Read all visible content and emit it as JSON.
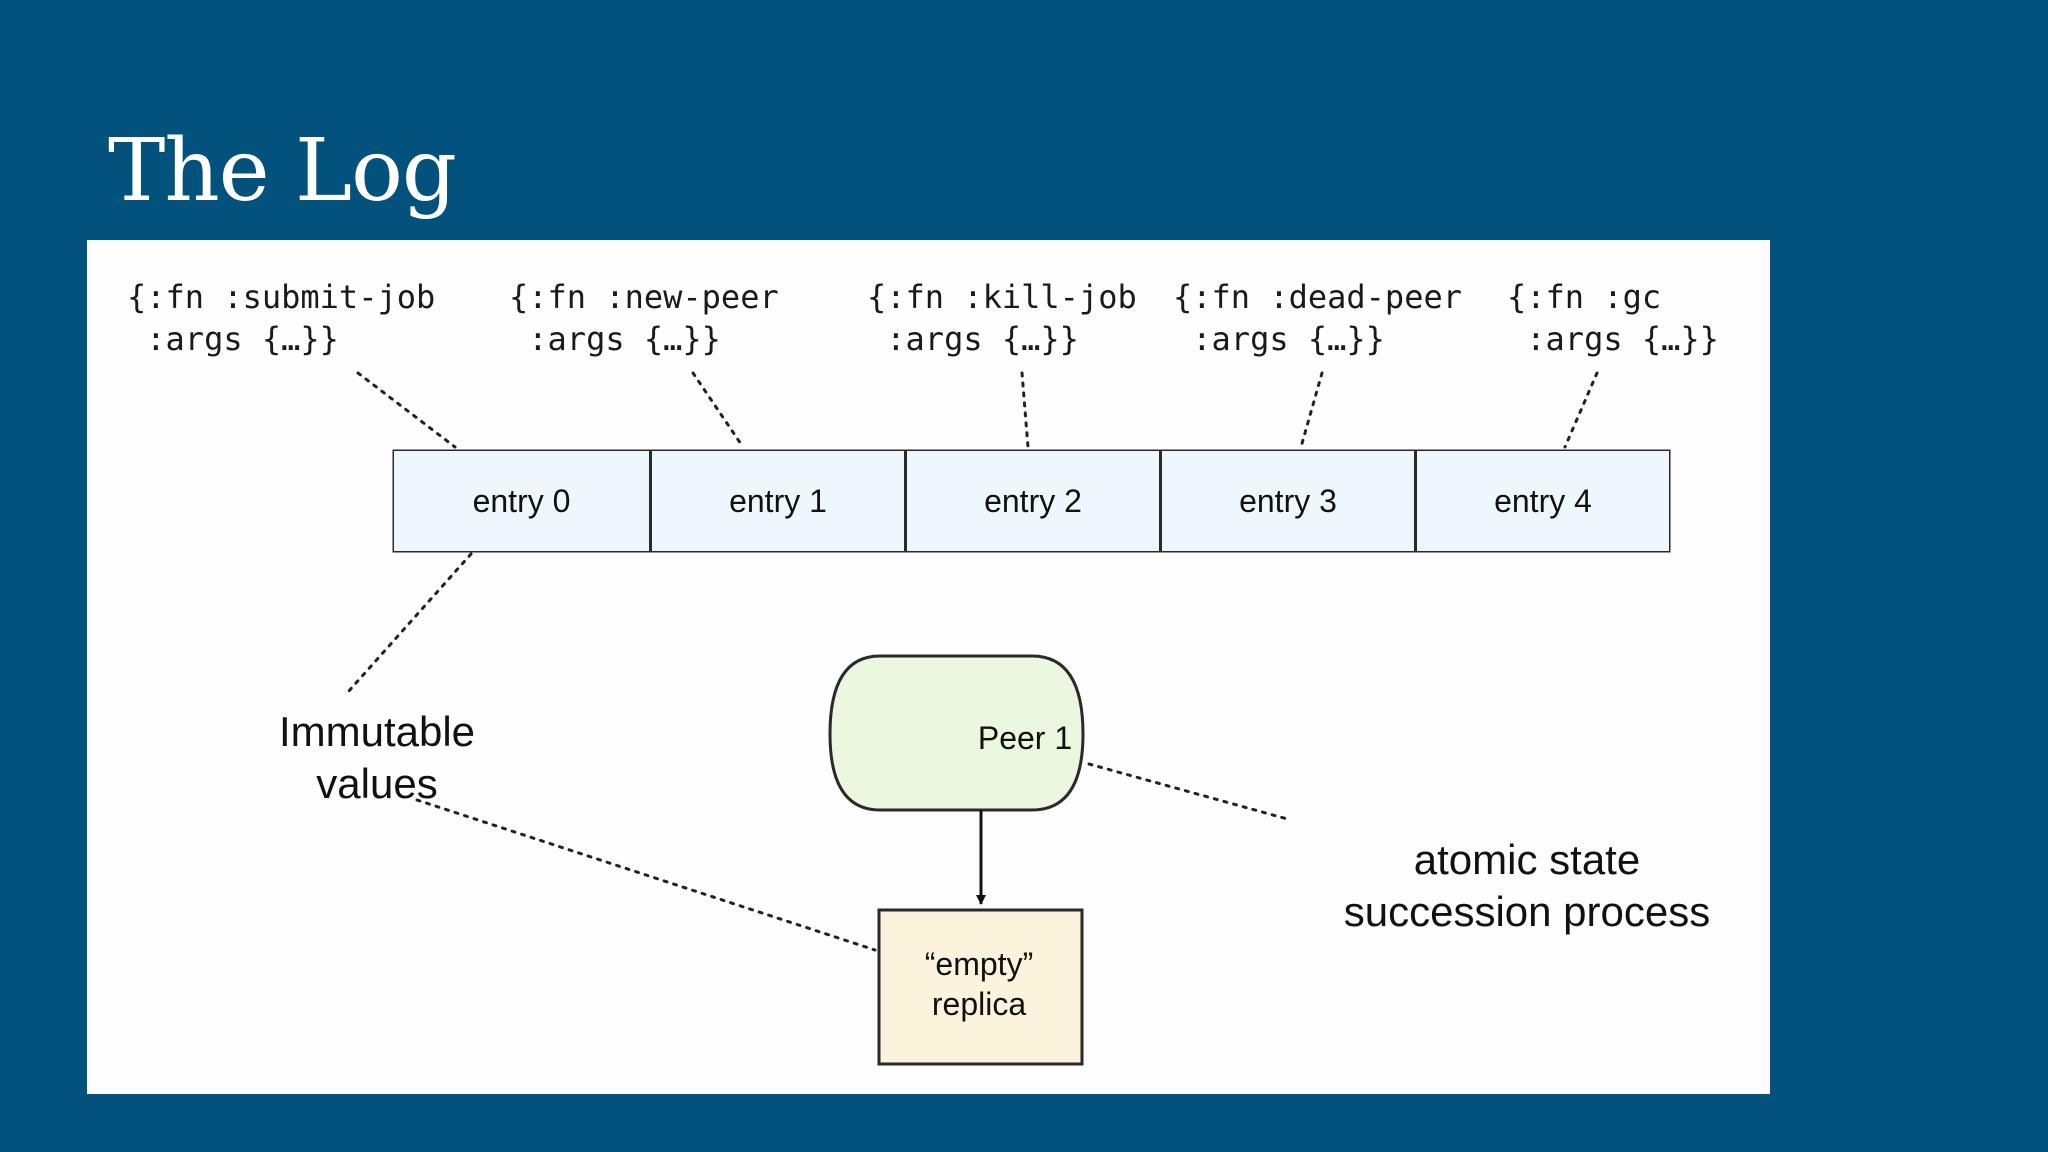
{
  "title": "The Log",
  "log_entries": [
    {
      "label": "entry 0",
      "code_line1": "{:fn :submit-job",
      "code_line2": " :args {…}}"
    },
    {
      "label": "entry 1",
      "code_line1": "{:fn :new-peer",
      "code_line2": " :args {…}}"
    },
    {
      "label": "entry 2",
      "code_line1": "{:fn :kill-job",
      "code_line2": " :args {…}}"
    },
    {
      "label": "entry 3",
      "code_line1": "{:fn :dead-peer",
      "code_line2": " :args {…}}"
    },
    {
      "label": "entry 4",
      "code_line1": "{:fn :gc",
      "code_line2": " :args {…}}"
    }
  ],
  "immutable_label": {
    "line1": "Immutable",
    "line2": "values"
  },
  "peer_label": "Peer 1",
  "replica_label": {
    "line1": "“empty”",
    "line2": "replica"
  },
  "atomic_label": {
    "line1": "atomic state",
    "line2": "succession process"
  },
  "colors": {
    "background": "#02527d",
    "panel": "#fdfdfd",
    "entry_fill": "#eef8fc",
    "peer_fill": "#ebf8df",
    "replica_fill": "#fcf3dc"
  }
}
